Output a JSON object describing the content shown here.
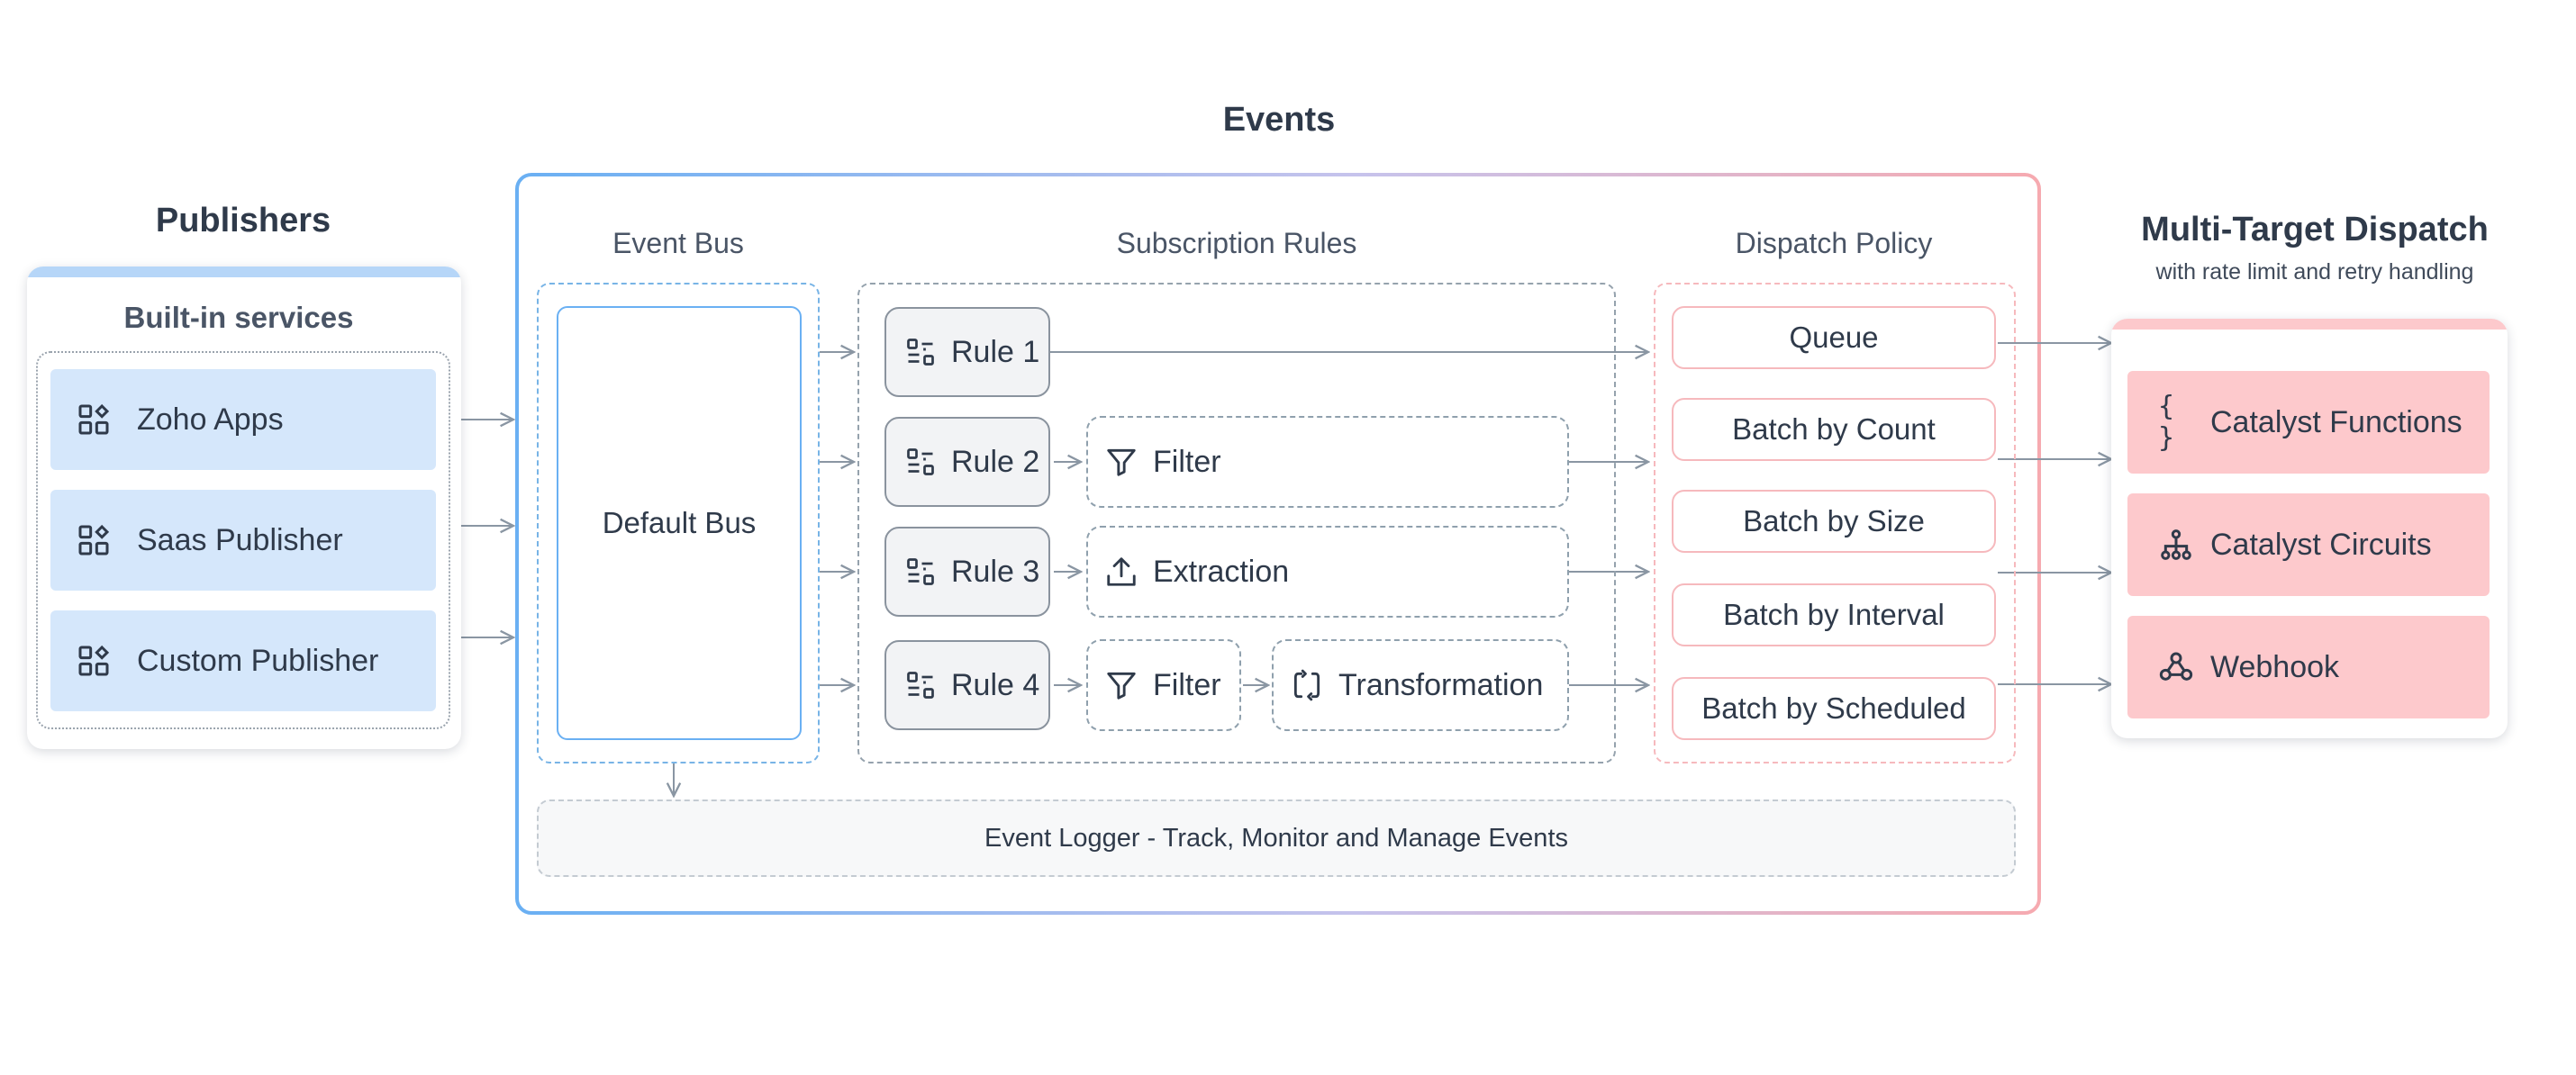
{
  "colors": {
    "publisher_fill": "#d5e7fb",
    "publisher_band": "#b6d6f8",
    "target_fill": "#fdc9cc",
    "events_gradient_start": "#6ab0f3",
    "events_gradient_end": "#f6aab0",
    "connector": "#8a96a3"
  },
  "events": {
    "title": "Events",
    "event_bus": {
      "label": "Event Bus",
      "default_bus": "Default Bus"
    },
    "subscription_rules": {
      "label": "Subscription Rules",
      "rules": [
        {
          "label": "Rule 1",
          "icon": "rule-icon",
          "steps": []
        },
        {
          "label": "Rule 2",
          "icon": "rule-icon",
          "steps": [
            {
              "label": "Filter",
              "icon": "filter-icon"
            }
          ]
        },
        {
          "label": "Rule 3",
          "icon": "rule-icon",
          "steps": [
            {
              "label": "Extraction",
              "icon": "upload-icon"
            }
          ]
        },
        {
          "label": "Rule 4",
          "icon": "rule-icon",
          "steps": [
            {
              "label": "Filter",
              "icon": "filter-icon"
            },
            {
              "label": "Transformation",
              "icon": "refresh-icon"
            }
          ]
        }
      ]
    },
    "dispatch_policy": {
      "label": "Dispatch Policy",
      "items": [
        "Queue",
        "Batch by Count",
        "Batch by Size",
        "Batch by Interval",
        "Batch by Scheduled"
      ]
    },
    "logger": "Event Logger - Track, Monitor and Manage Events"
  },
  "publishers": {
    "title": "Publishers",
    "subtitle": "Built-in services",
    "items": [
      {
        "label": "Zoho Apps",
        "icon": "apps-grid-icon"
      },
      {
        "label": "Saas Publisher",
        "icon": "apps-grid-icon"
      },
      {
        "label": "Custom Publisher",
        "icon": "apps-grid-icon"
      }
    ]
  },
  "targets": {
    "title": "Multi-Target Dispatch",
    "subtitle": "with rate limit and retry handling",
    "items": [
      {
        "label": "Catalyst Functions",
        "icon": "braces-icon",
        "glyph": "{ }"
      },
      {
        "label": "Catalyst Circuits",
        "icon": "circuit-icon"
      },
      {
        "label": "Webhook",
        "icon": "webhook-icon"
      }
    ]
  }
}
